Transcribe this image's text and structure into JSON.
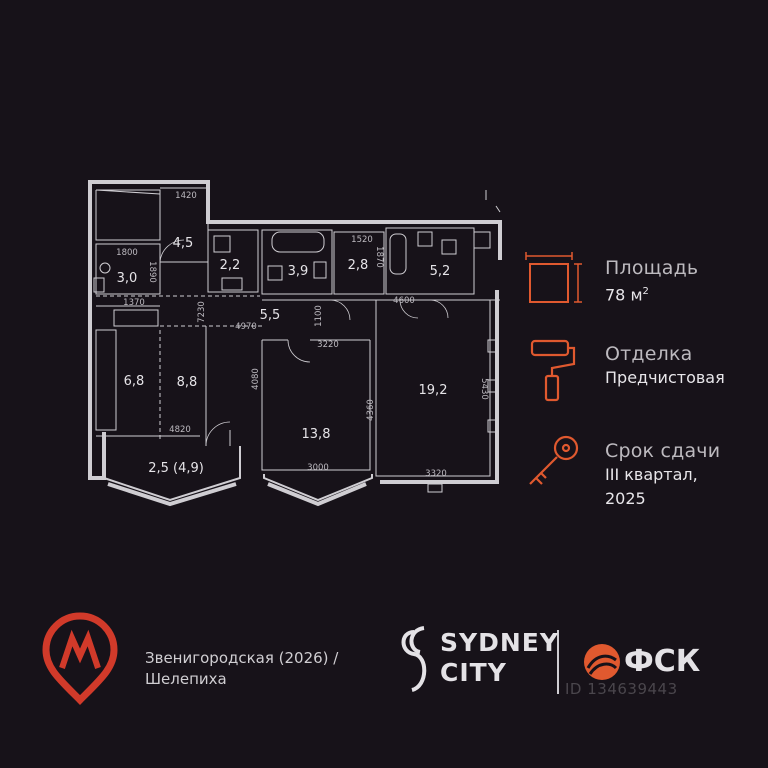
{
  "rooms": [
    {
      "label": "4,5"
    },
    {
      "label": "3,0"
    },
    {
      "label": "2,2"
    },
    {
      "label": "3,9"
    },
    {
      "label": "2,8"
    },
    {
      "label": "5,2"
    },
    {
      "label": "5,5"
    },
    {
      "label": "6,8"
    },
    {
      "label": "8,8"
    },
    {
      "label": "13,8"
    },
    {
      "label": "19,2"
    },
    {
      "label": "2,5 (4,9)"
    }
  ],
  "dimensions": [
    {
      "label": "1420"
    },
    {
      "label": "1800"
    },
    {
      "label": "1890"
    },
    {
      "label": "1370"
    },
    {
      "label": "1520"
    },
    {
      "label": "1870"
    },
    {
      "label": "4600"
    },
    {
      "label": "7230"
    },
    {
      "label": "4970"
    },
    {
      "label": "1100"
    },
    {
      "label": "3220"
    },
    {
      "label": "4080"
    },
    {
      "label": "4360"
    },
    {
      "label": "5430"
    },
    {
      "label": "4820"
    },
    {
      "label": "3000"
    },
    {
      "label": "3320"
    }
  ],
  "info": {
    "area_title": "Площадь",
    "area_value": "78 м",
    "area_sup": "2",
    "finish_title": "Отделка",
    "finish_value": "Предчистовая",
    "deadline_title": "Срок сдачи",
    "deadline_line1": "III квартал,",
    "deadline_line2": "2025"
  },
  "metro": {
    "line1": "Звенигородская (2026) /",
    "line2": "Шелепиха",
    "icon": "metro-m-icon",
    "color": "#d13a2a"
  },
  "brands": {
    "sydney_line1": "SYDNEY",
    "sydney_line2": "CITY",
    "fsk": "ФСК"
  },
  "watermark": "ID 134639443",
  "colors": {
    "accent": "#e0592f",
    "background": "#171219",
    "wall": "#cfcdd2"
  }
}
